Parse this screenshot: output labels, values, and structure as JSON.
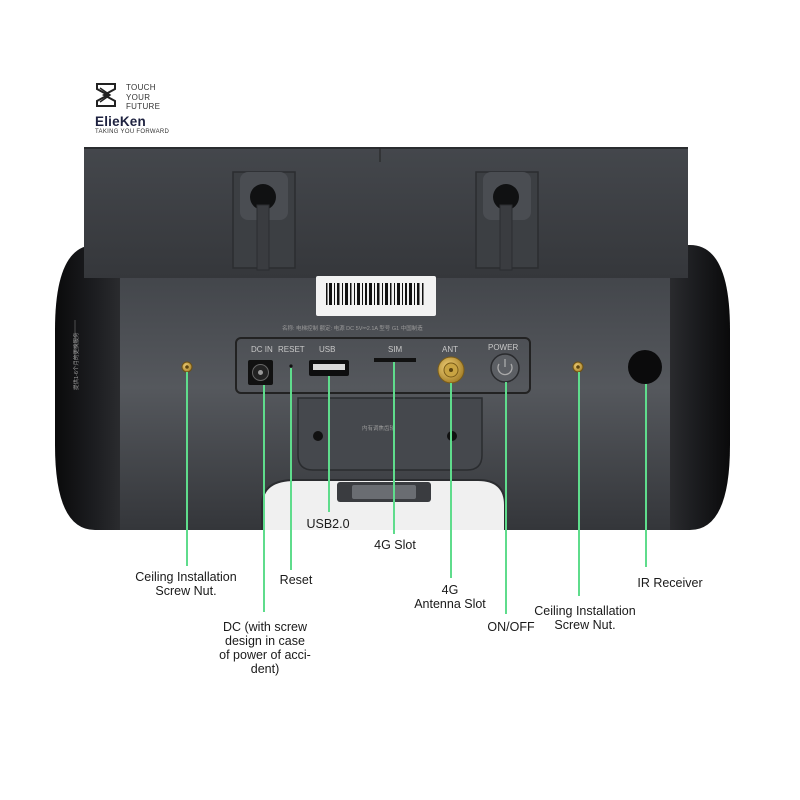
{
  "brand": {
    "tagline": [
      "TOUCH",
      "YOUR",
      "FUTURE"
    ],
    "name": "ElieKen",
    "subtitle": "TAKING YOU FORWARD"
  },
  "device": {
    "ports": {
      "dc": "DC IN",
      "reset": "RESET",
      "usb": "USB",
      "sim": "SIM",
      "ant": "ANT",
      "power": "POWER"
    },
    "plate_text": "内有调焦齿轮"
  },
  "callouts": {
    "ceiling_left": "Ceiling Installation\nScrew Nut.",
    "reset": "Reset",
    "usb": "USB2.0",
    "slot_4g": "4G Slot",
    "antenna_4g": "4G\nAntenna Slot",
    "onoff": "ON/OFF",
    "ceiling_right": "Ceiling Installation\nScrew Nut.",
    "ir": "IR Receiver",
    "dc": "DC (with screw\ndesign in case\nof power of acci-\ndent)"
  },
  "colors": {
    "leader": "#5fdc8c",
    "body": "#4a4d52",
    "bracket": "#3a3c40"
  }
}
